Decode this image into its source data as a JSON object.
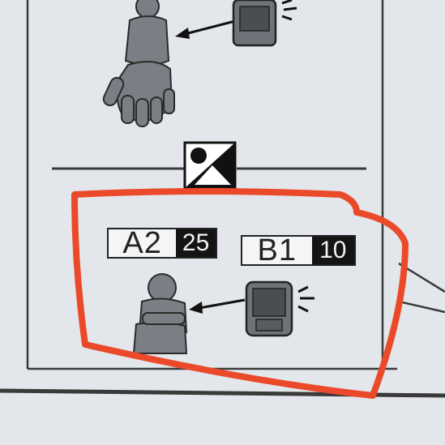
{
  "parts": [
    {
      "code": "A2",
      "quantity": "25"
    },
    {
      "code": "B1",
      "quantity": "10"
    }
  ],
  "icons": {
    "step_marker": "circle-triangle-marker-icon",
    "upper_figure": "hand-figure-icon",
    "upper_part": "sprue-part-icon",
    "lower_figure": "seated-figure-icon",
    "lower_part": "sprue-part-icon"
  },
  "colors": {
    "paper": "#e3e6ea",
    "ink": "#222222",
    "highlight": "#ea4a2a"
  }
}
